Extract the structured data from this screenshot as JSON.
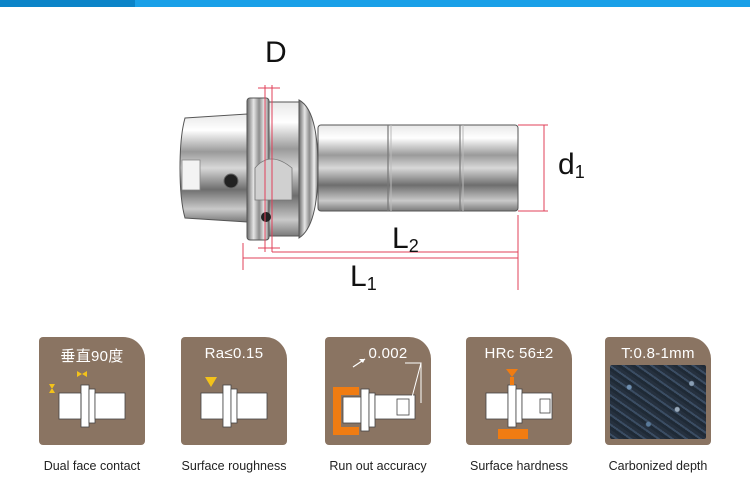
{
  "diagram": {
    "labels": {
      "D": "D",
      "d1_main": "d",
      "d1_sub": "1",
      "L2_main": "L",
      "L2_sub": "2",
      "L1_main": "L",
      "L1_sub": "1"
    }
  },
  "features": [
    {
      "title": "垂直90度",
      "caption": "Dual face contact",
      "icon": "dual-face-contact-icon"
    },
    {
      "title": "Ra≤0.15",
      "caption": "Surface roughness",
      "icon": "surface-roughness-icon"
    },
    {
      "title": "0.002",
      "caption": "Run out accuracy",
      "icon": "runout-accuracy-icon"
    },
    {
      "title": "HRc  56±2",
      "caption": "Surface hardness",
      "icon": "surface-hardness-icon"
    },
    {
      "title": "T:0.8-1mm",
      "caption": "Carbonized depth",
      "icon": "carbonized-depth-photo"
    }
  ],
  "colors": {
    "top_bar": "#1aa0e8",
    "card_bg": "#8a7462",
    "accent_orange": "#f07c12",
    "accent_yellow": "#f3c21a",
    "dimension_line": "#e0405a"
  }
}
